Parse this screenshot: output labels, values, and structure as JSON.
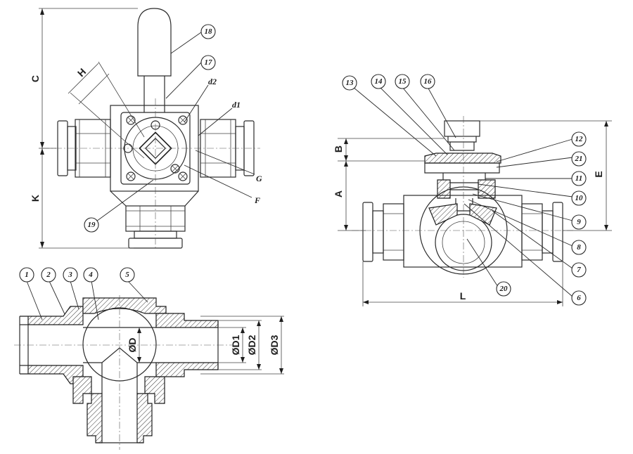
{
  "callouts": {
    "p1": "1",
    "p2": "2",
    "p3": "3",
    "p4": "4",
    "p5": "5",
    "p6": "6",
    "p7": "7",
    "p8": "8",
    "p9": "9",
    "p10": "10",
    "p11": "11",
    "p12": "12",
    "p13": "13",
    "p14": "14",
    "p15": "15",
    "p16": "16",
    "p17": "17",
    "p18": "18",
    "p19": "19",
    "p20": "20",
    "p21": "21"
  },
  "dimensions": {
    "C": "C",
    "K": "K",
    "H": "H",
    "A": "A",
    "B": "B",
    "E": "E",
    "L": "L",
    "D": "ØD",
    "D1": "ØD1",
    "D2": "ØD2",
    "D3": "ØD3"
  },
  "labels": {
    "d1": "d1",
    "d2": "d2",
    "F": "F",
    "G": "G"
  },
  "colors": {
    "line": "#2b2b2b",
    "background": "#ffffff"
  }
}
